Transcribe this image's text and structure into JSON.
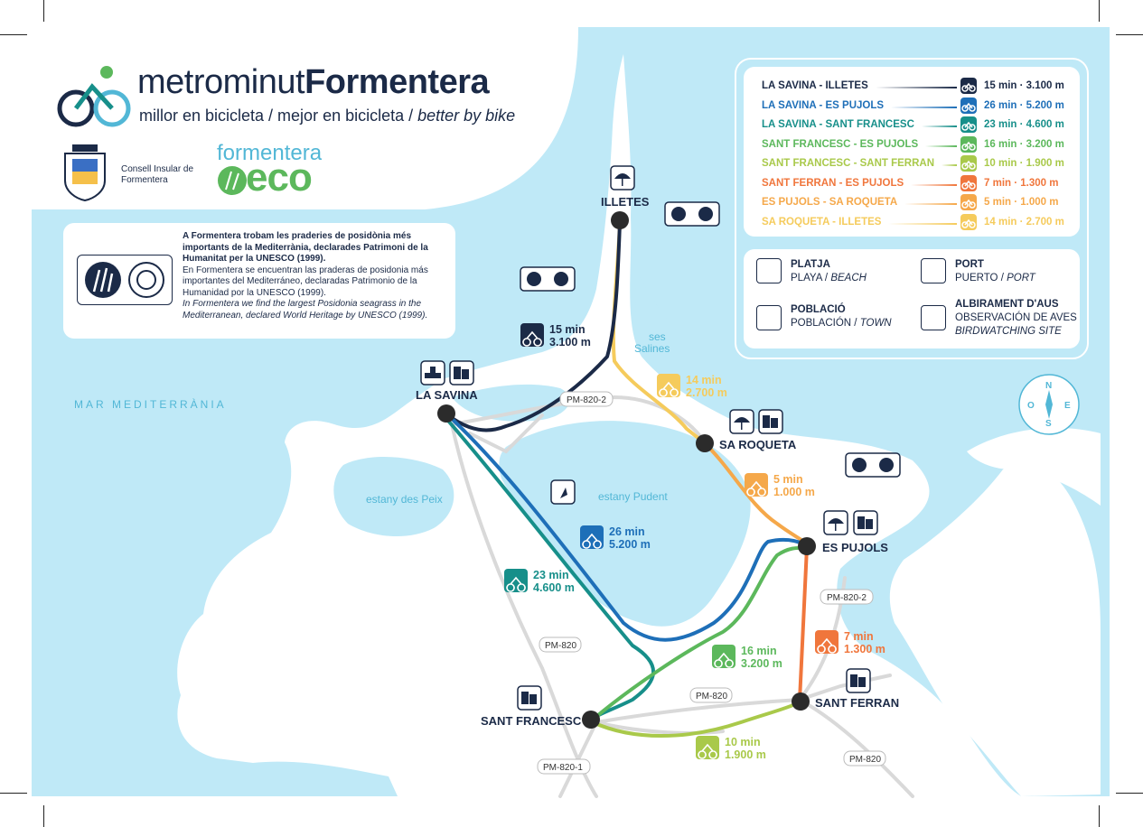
{
  "title": {
    "brand_prefix": "metrominut",
    "brand_suffix": "Formentera",
    "tagline_a": "millor en bicicleta / mejor en bicicleta / ",
    "tagline_b": "better by bike",
    "council": "Consell Insular de Formentera",
    "eco_top": "formentera",
    "eco_main": "eco"
  },
  "info": {
    "p1": "A Formentera trobam les praderies de posidònia més importants de la Mediterrània, declarades Patrimoni de la Humanitat per la UNESCO (1999).",
    "p2": "En Formentera se encuentran las praderas de posidonia más importantes del Mediterráneo, declaradas Patrimonio de la Humanidad por la UNESCO (1999).",
    "p3": "In Formentera we find the largest Posidonia seagrass in the Mediterranean, declared World Heritage by UNESCO (1999)."
  },
  "routes": [
    {
      "name": "LA SAVINA - ILLETES",
      "value": "15 min · 3.100 m",
      "color": "#1b2a47"
    },
    {
      "name": "LA SAVINA - ES PUJOLS",
      "value": "26 min · 5.200 m",
      "color": "#1e6fb8"
    },
    {
      "name": "LA SAVINA - SANT FRANCESC",
      "value": "23 min · 4.600 m",
      "color": "#178f8a"
    },
    {
      "name": "SANT FRANCESC - ES PUJOLS",
      "value": "16 min · 3.200 m",
      "color": "#5cb85c"
    },
    {
      "name": "SANT FRANCESC - SANT FERRAN",
      "value": "10 min · 1.900 m",
      "color": "#a9c94a"
    },
    {
      "name": "SANT FERRAN - ES PUJOLS",
      "value": "7 min · 1.300 m",
      "color": "#f0763c"
    },
    {
      "name": "ES PUJOLS - SA ROQUETA",
      "value": "5 min · 1.000 m",
      "color": "#f5a84a"
    },
    {
      "name": "SA ROQUETA - ILLETES",
      "value": "14 min · 2.700 m",
      "color": "#f5cb5c"
    }
  ],
  "symbols": {
    "beach": {
      "l1": "PLATJA",
      "l2a": "PLAYA / ",
      "l2b": "BEACH"
    },
    "port": {
      "l1": "PORT",
      "l2a": "PUERTO / ",
      "l2b": "PORT"
    },
    "town": {
      "l1": "POBLACIÓ",
      "l2a": "POBLACIÓN / ",
      "l2b": "TOWN"
    },
    "bird": {
      "l1": "ALBIRAMENT D'AUS",
      "l2": "OBSERVACIÓN DE AVES",
      "l3": "BIRDWATCHING SITE"
    }
  },
  "map": {
    "sea": "MAR MEDITERRÀNIA",
    "stations": {
      "illetes": "ILLETES",
      "la_savina": "LA SAVINA",
      "sa_roqueta": "SA ROQUETA",
      "es_pujols": "ES PUJOLS",
      "sant_ferran": "SANT FERRAN",
      "sant_francesc": "SANT FRANCESC"
    },
    "water": {
      "ses_salines_1": "ses",
      "ses_salines_2": "Salines",
      "estany_peix": "estany des Peix",
      "estany_pudent": "estany Pudent"
    },
    "roads": {
      "r1": "PM-820-2",
      "r2": "PM-820-2",
      "r3": "PM-820",
      "r4": "PM-820",
      "r5": "PM-820",
      "r6": "PM-820-1"
    },
    "badges": [
      {
        "min": "15 min",
        "m": "3.100 m",
        "color": "#1b2a47"
      },
      {
        "min": "14 min",
        "m": "2.700 m",
        "color": "#f5cb5c"
      },
      {
        "min": "5 min",
        "m": "1.000 m",
        "color": "#f5a84a"
      },
      {
        "min": "26 min",
        "m": "5.200 m",
        "color": "#1e6fb8"
      },
      {
        "min": "23 min",
        "m": "4.600 m",
        "color": "#178f8a"
      },
      {
        "min": "7 min",
        "m": "1.300 m",
        "color": "#f0763c"
      },
      {
        "min": "16 min",
        "m": "3.200 m",
        "color": "#5cb85c"
      },
      {
        "min": "10 min",
        "m": "1.900 m",
        "color": "#a9c94a"
      }
    ],
    "compass": {
      "n": "N",
      "s": "S",
      "e": "E",
      "o": "O"
    }
  },
  "colors": {
    "sea": "#bfe9f7",
    "land": "#ffffff",
    "navy": "#1b2a47",
    "road": "#d9d9d9"
  }
}
